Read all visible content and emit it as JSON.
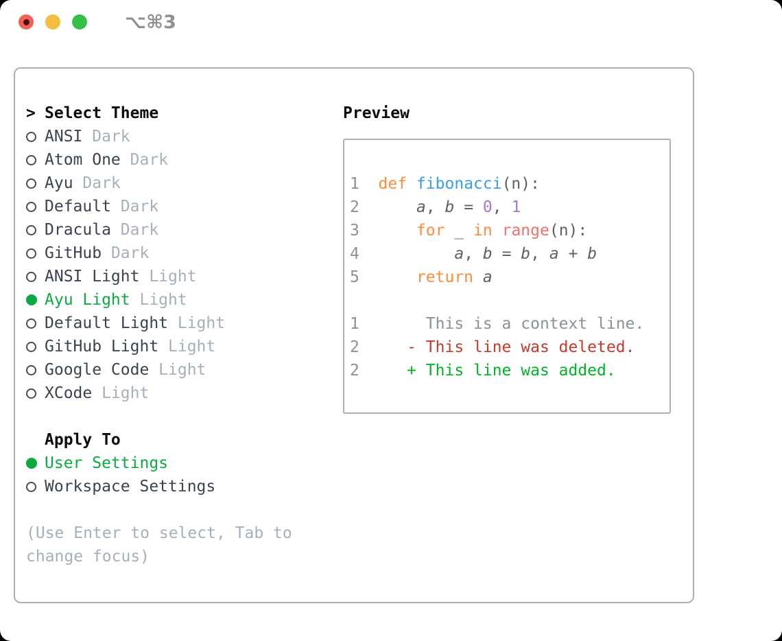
{
  "window": {
    "title": "⌥⌘3",
    "traffic_lights": [
      "close",
      "minimize",
      "zoom"
    ]
  },
  "colors": {
    "accent_green": "#0caa41",
    "keyword_orange": "#fa8d3e",
    "function_blue": "#399ee6",
    "builtin_coral": "#f07171",
    "number_purple": "#a37acc",
    "code_fg": "#5c6166",
    "line_number_gray": "#8a9199",
    "diff_deleted_red": "#c43b2b",
    "diff_added_green": "#00b327",
    "muted_gray": "#a6b0bb",
    "item_text": "#3b4350"
  },
  "theme_picker": {
    "prompt": ">",
    "title": "Select Theme",
    "items": [
      {
        "name": "ANSI",
        "tag": "Dark",
        "selected": false
      },
      {
        "name": "Atom One",
        "tag": "Dark",
        "selected": false
      },
      {
        "name": "Ayu",
        "tag": "Dark",
        "selected": false
      },
      {
        "name": "Default",
        "tag": "Dark",
        "selected": false
      },
      {
        "name": "Dracula",
        "tag": "Dark",
        "selected": false
      },
      {
        "name": "GitHub",
        "tag": "Dark",
        "selected": false
      },
      {
        "name": "ANSI Light",
        "tag": "Light",
        "selected": false
      },
      {
        "name": "Ayu Light",
        "tag": "Light",
        "selected": true
      },
      {
        "name": "Default Light",
        "tag": "Light",
        "selected": false
      },
      {
        "name": "GitHub Light",
        "tag": "Light",
        "selected": false
      },
      {
        "name": "Google Code",
        "tag": "Light",
        "selected": false
      },
      {
        "name": "XCode",
        "tag": "Light",
        "selected": false
      }
    ]
  },
  "apply_to": {
    "title": "Apply To",
    "options": [
      {
        "label": "User Settings",
        "selected": true
      },
      {
        "label": "Workspace Settings",
        "selected": false
      }
    ]
  },
  "help": {
    "lines": [
      "(Use Enter to select, Tab to",
      "change focus)"
    ]
  },
  "preview": {
    "title": "Preview",
    "code": [
      {
        "num": "1",
        "tokens": [
          [
            "kw",
            "def"
          ],
          [
            "fg",
            " "
          ],
          [
            "fn",
            "fibonacci"
          ],
          [
            "fg",
            "(n):"
          ]
        ]
      },
      {
        "num": "2",
        "tokens": [
          [
            "fg",
            "    "
          ],
          [
            "var",
            "a"
          ],
          [
            "fg",
            ", "
          ],
          [
            "var",
            "b"
          ],
          [
            "fg",
            " = "
          ],
          [
            "num",
            "0"
          ],
          [
            "fg",
            ", "
          ],
          [
            "num",
            "1"
          ]
        ]
      },
      {
        "num": "3",
        "tokens": [
          [
            "fg",
            "    "
          ],
          [
            "kw",
            "for"
          ],
          [
            "fg",
            " _ "
          ],
          [
            "kw",
            "in"
          ],
          [
            "fg",
            " "
          ],
          [
            "builtin",
            "range"
          ],
          [
            "fg",
            "(n):"
          ]
        ]
      },
      {
        "num": "4",
        "tokens": [
          [
            "fg",
            "        "
          ],
          [
            "var",
            "a"
          ],
          [
            "fg",
            ", "
          ],
          [
            "var",
            "b"
          ],
          [
            "fg",
            " = "
          ],
          [
            "var",
            "b"
          ],
          [
            "fg",
            ", "
          ],
          [
            "var",
            "a"
          ],
          [
            "fg",
            " + "
          ],
          [
            "var",
            "b"
          ]
        ]
      },
      {
        "num": "5",
        "tokens": [
          [
            "fg",
            "    "
          ],
          [
            "kw",
            "return"
          ],
          [
            "fg",
            " "
          ],
          [
            "var",
            "a"
          ]
        ]
      }
    ],
    "diff": [
      {
        "num": "1",
        "kind": "context",
        "text": "     This is a context line."
      },
      {
        "num": "2",
        "kind": "deleted",
        "text": "   - This line was deleted."
      },
      {
        "num": "2",
        "kind": "added",
        "text": "   + This line was added."
      }
    ]
  }
}
